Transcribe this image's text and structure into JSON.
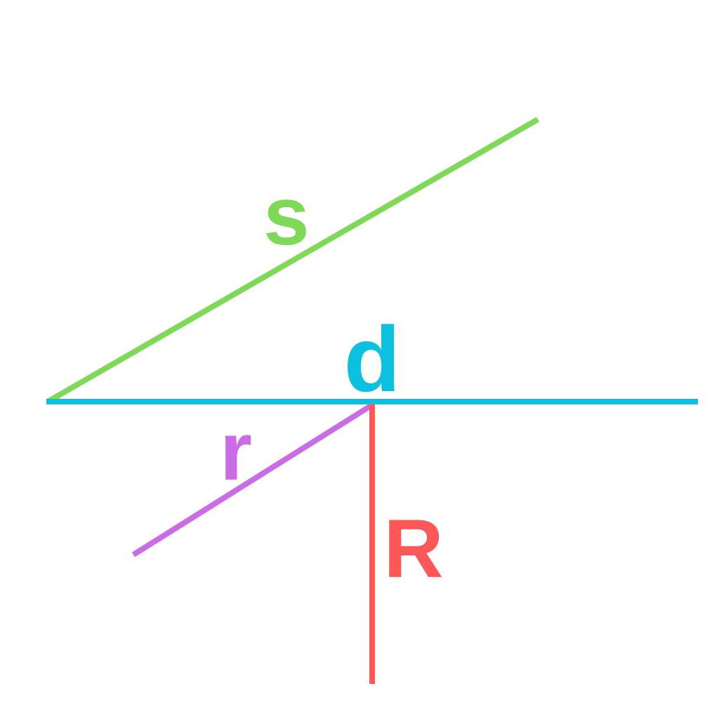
{
  "segments": {
    "s": {
      "label": "s",
      "color": "#7ED957"
    },
    "d": {
      "label": "d",
      "color": "#0CC0DF"
    },
    "r": {
      "label": "r",
      "color": "#CB6CE6"
    },
    "R": {
      "label": "R",
      "color": "#FF5757"
    }
  }
}
